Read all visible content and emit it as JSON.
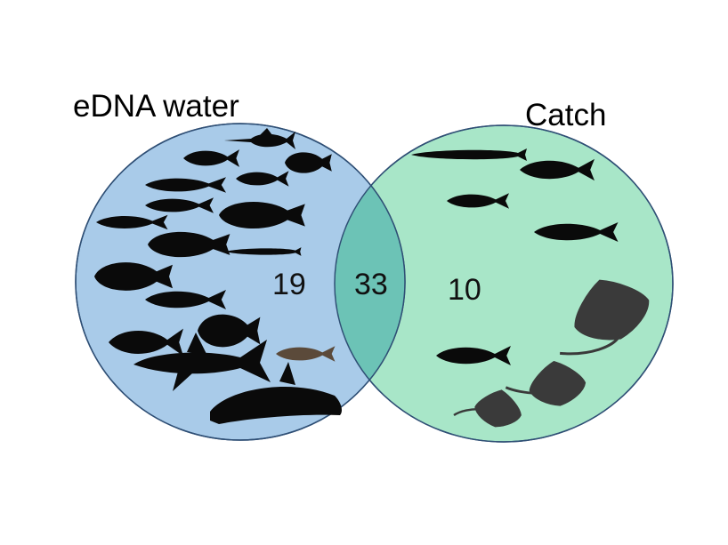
{
  "venn": {
    "left_set": {
      "label": "eDNA water",
      "only_count": "19",
      "fill": "#a9cbe9",
      "stroke": "#2f4f75"
    },
    "right_set": {
      "label": "Catch",
      "only_count": "10",
      "fill": "#a8e6c8",
      "stroke": "#2f4f75"
    },
    "overlap": {
      "count": "33",
      "fill": "#6cc3b6"
    },
    "silhouette_color": "#0a0a0a",
    "ray_color": "#3a3a3a"
  }
}
